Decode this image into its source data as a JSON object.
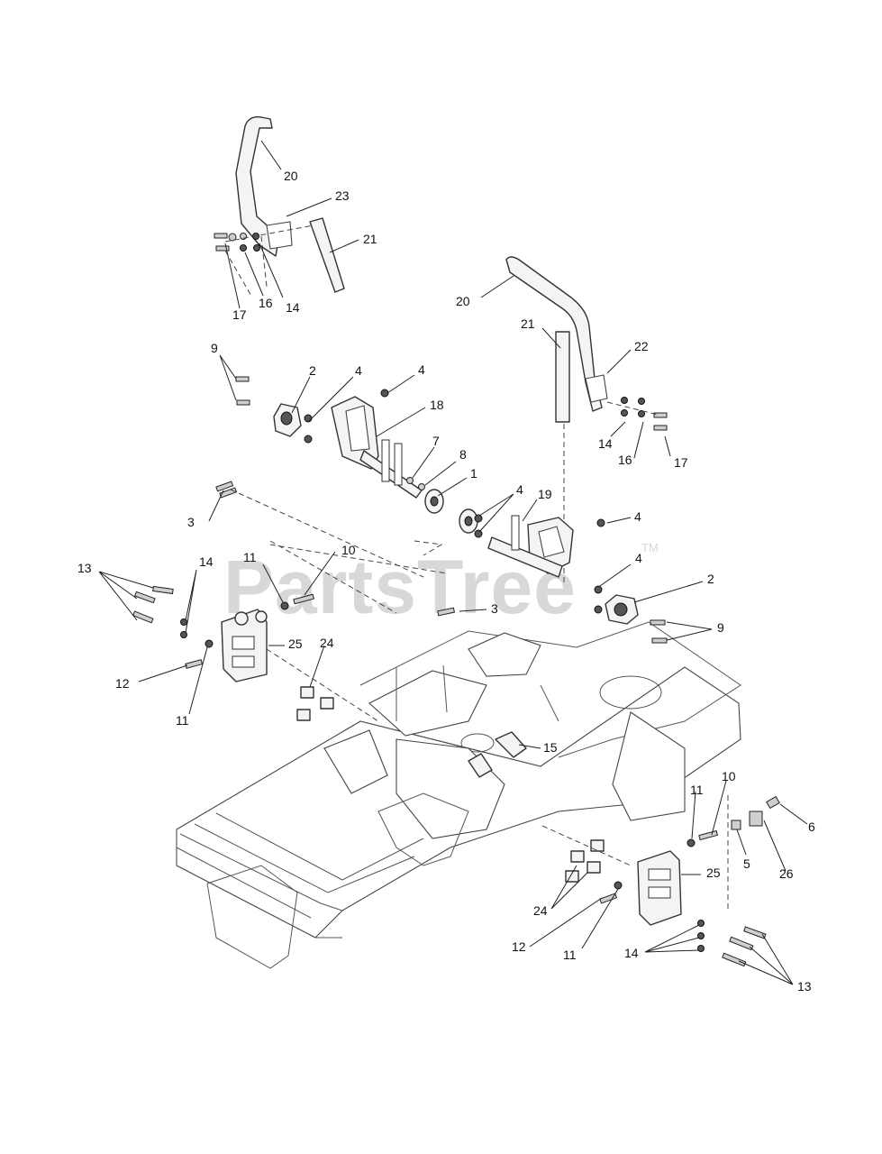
{
  "watermark": {
    "text": "PartsTree",
    "trademark": "TM"
  },
  "callouts": [
    {
      "id": "c20a",
      "label": "20"
    },
    {
      "id": "c23",
      "label": "23"
    },
    {
      "id": "c21a",
      "label": "21"
    },
    {
      "id": "c17a",
      "label": "17"
    },
    {
      "id": "c16a",
      "label": "16"
    },
    {
      "id": "c14a",
      "label": "14"
    },
    {
      "id": "c20b",
      "label": "20"
    },
    {
      "id": "c21b",
      "label": "21"
    },
    {
      "id": "c22",
      "label": "22"
    },
    {
      "id": "c14b",
      "label": "14"
    },
    {
      "id": "c16b",
      "label": "16"
    },
    {
      "id": "c17b",
      "label": "17"
    },
    {
      "id": "c9a",
      "label": "9"
    },
    {
      "id": "c2a",
      "label": "2"
    },
    {
      "id": "c4a",
      "label": "4"
    },
    {
      "id": "c4b",
      "label": "4"
    },
    {
      "id": "c18",
      "label": "18"
    },
    {
      "id": "c7",
      "label": "7"
    },
    {
      "id": "c8",
      "label": "8"
    },
    {
      "id": "c1",
      "label": "1"
    },
    {
      "id": "c4c",
      "label": "4"
    },
    {
      "id": "c19",
      "label": "19"
    },
    {
      "id": "c4d",
      "label": "4"
    },
    {
      "id": "c3a",
      "label": "3"
    },
    {
      "id": "c4e",
      "label": "4"
    },
    {
      "id": "c2b",
      "label": "2"
    },
    {
      "id": "c9b",
      "label": "9"
    },
    {
      "id": "c3b",
      "label": "3"
    },
    {
      "id": "c13a",
      "label": "13"
    },
    {
      "id": "c14c",
      "label": "14"
    },
    {
      "id": "c11a",
      "label": "11"
    },
    {
      "id": "c10a",
      "label": "10"
    },
    {
      "id": "c25a",
      "label": "25"
    },
    {
      "id": "c24a",
      "label": "24"
    },
    {
      "id": "c12a",
      "label": "12"
    },
    {
      "id": "c11b",
      "label": "11"
    },
    {
      "id": "c15",
      "label": "15"
    },
    {
      "id": "c10b",
      "label": "10"
    },
    {
      "id": "c11c",
      "label": "11"
    },
    {
      "id": "c6",
      "label": "6"
    },
    {
      "id": "c5",
      "label": "5"
    },
    {
      "id": "c26",
      "label": "26"
    },
    {
      "id": "c25b",
      "label": "25"
    },
    {
      "id": "c24b",
      "label": "24"
    },
    {
      "id": "c12b",
      "label": "12"
    },
    {
      "id": "c11d",
      "label": "11"
    },
    {
      "id": "c14d",
      "label": "14"
    },
    {
      "id": "c13b",
      "label": "13"
    }
  ]
}
